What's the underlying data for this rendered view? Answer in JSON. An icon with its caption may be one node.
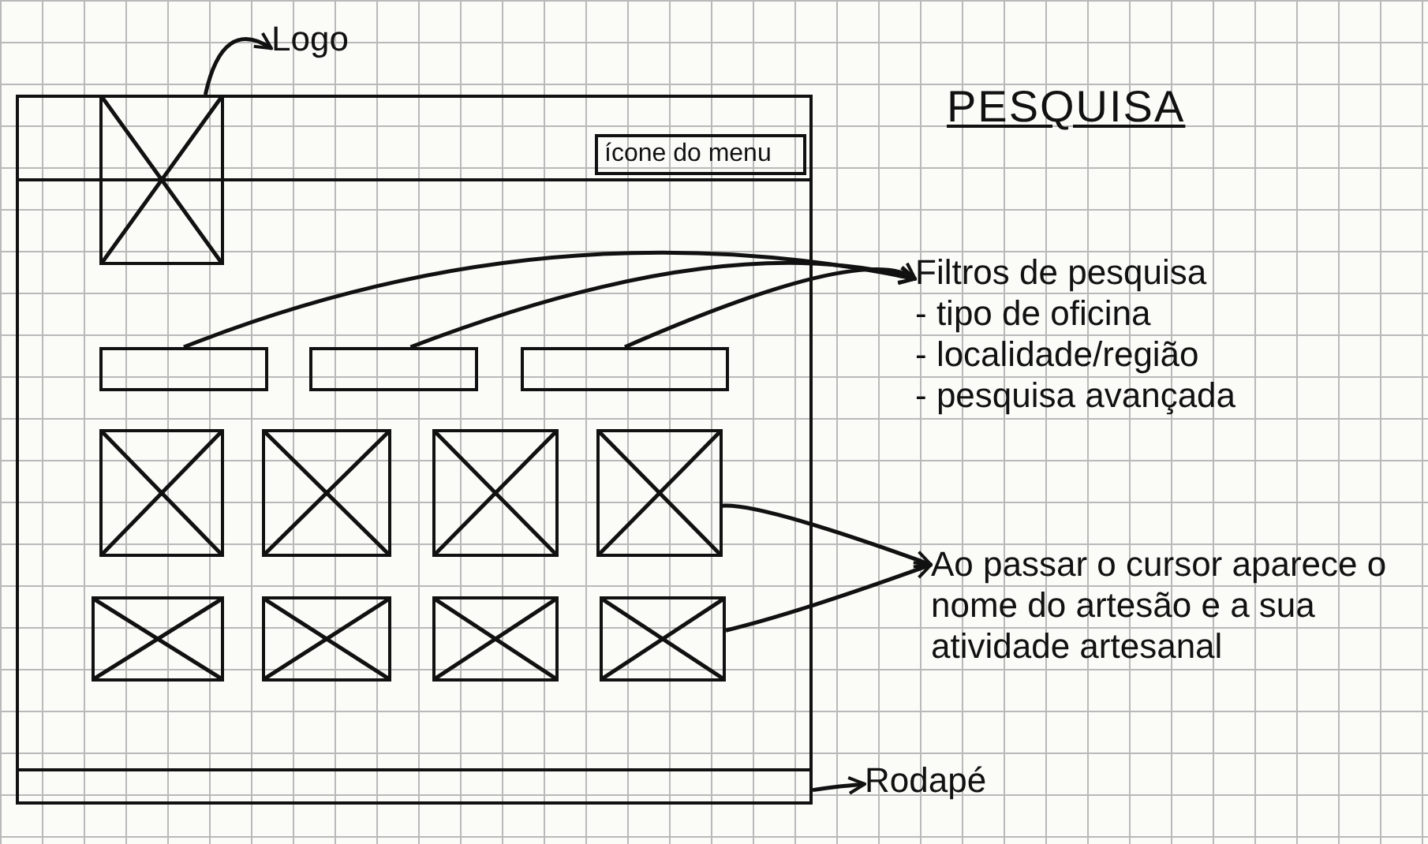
{
  "diagram": {
    "title": "PESQUISA",
    "nodes": [
      {
        "text": [],
        "shape": "box"
      },
      {
        "text": [],
        "shape": "bar",
        "in": 0
      },
      {
        "text": [
          "ícone do menu"
        ],
        "in": 1
      },
      {
        "text": [],
        "shape": "box",
        "in": 0
      },
      {
        "text": [],
        "shape": "bar",
        "in": 0
      },
      {
        "text": [],
        "shape": "bar",
        "in": 0
      },
      {
        "text": [],
        "shape": "bar",
        "in": 0
      },
      {
        "text": [],
        "shape": "box",
        "in": 0
      },
      {
        "text": [],
        "shape": "box",
        "in": 0
      },
      {
        "text": [],
        "shape": "box",
        "in": 0
      },
      {
        "text": [],
        "shape": "box",
        "in": 0
      },
      {
        "text": [],
        "shape": "box",
        "in": 0
      },
      {
        "text": [],
        "shape": "box",
        "in": 0
      },
      {
        "text": [],
        "shape": "box",
        "in": 0
      },
      {
        "text": [],
        "shape": "box",
        "in": 0
      },
      {
        "text": [],
        "shape": "bar",
        "in": 0
      },
      {
        "text": [
          "Logo"
        ]
      },
      {
        "text": [
          "Filtros de pesquisa",
          "- tipo de oficina",
          "- localidade/região",
          "- pesquisa avançada"
        ]
      },
      {
        "text": [
          "Ao passar o cursor aparece o nome do artesão e a sua atividade artesanal"
        ]
      },
      {
        "text": [
          "Rodapé"
        ]
      }
    ],
    "edges": [
      {
        "from": 3,
        "to": 16,
        "arrow": "to"
      },
      {
        "from": 4,
        "to": 17,
        "arrow": "to"
      },
      {
        "from": 5,
        "to": 17,
        "arrow": "to"
      },
      {
        "from": 6,
        "to": 17,
        "arrow": "to"
      },
      {
        "from": 10,
        "to": 18,
        "arrow": "to"
      },
      {
        "from": 14,
        "to": 18,
        "arrow": "to"
      },
      {
        "from": 15,
        "to": 19,
        "arrow": "to"
      }
    ]
  }
}
